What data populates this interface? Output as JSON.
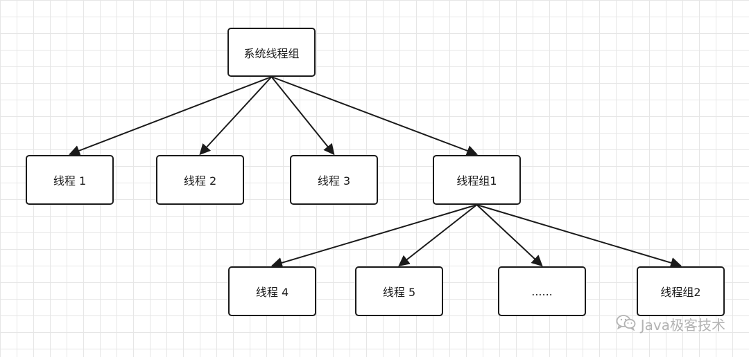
{
  "nodes": {
    "root": "系统线程组",
    "thread1": "线程 1",
    "thread2": "线程 2",
    "thread3": "线程 3",
    "group1": "线程组1",
    "thread4": "线程 4",
    "thread5": "线程 5",
    "ellipsis": "......",
    "group2": "线程组2"
  },
  "edges": [
    [
      "root",
      "thread1"
    ],
    [
      "root",
      "thread2"
    ],
    [
      "root",
      "thread3"
    ],
    [
      "root",
      "group1"
    ],
    [
      "group1",
      "thread4"
    ],
    [
      "group1",
      "thread5"
    ],
    [
      "group1",
      "ellipsis"
    ],
    [
      "group1",
      "group2"
    ]
  ],
  "watermark": {
    "icon": "wechat-icon",
    "text": "Java极客技术"
  },
  "colors": {
    "line": "#1a1a1a",
    "grid": "#e6e6e6",
    "watermark": "#b3b3b3"
  }
}
